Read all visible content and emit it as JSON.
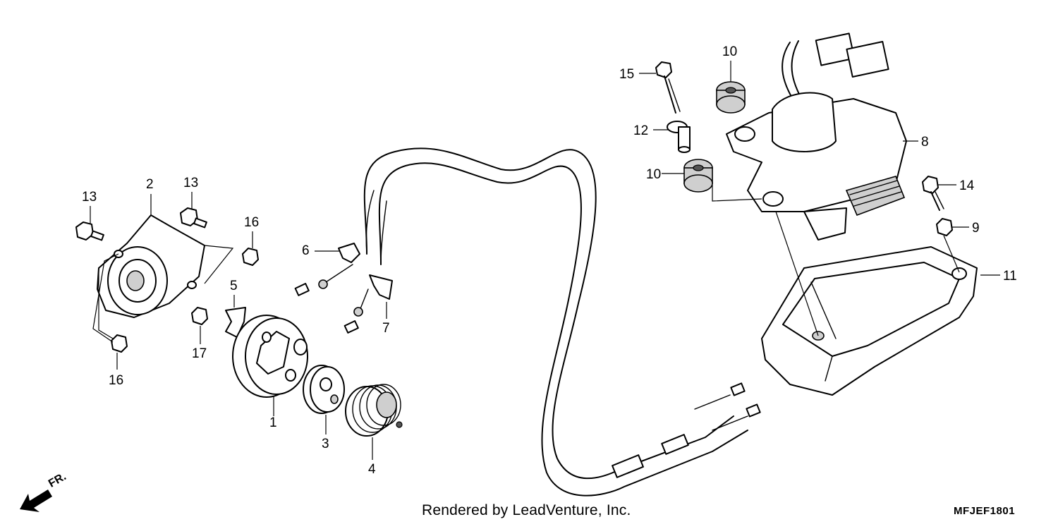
{
  "callouts": [
    {
      "id": "1",
      "text": "1"
    },
    {
      "id": "2",
      "text": "2"
    },
    {
      "id": "3",
      "text": "3"
    },
    {
      "id": "4",
      "text": "4"
    },
    {
      "id": "5",
      "text": "5"
    },
    {
      "id": "6",
      "text": "6"
    },
    {
      "id": "7",
      "text": "7"
    },
    {
      "id": "8",
      "text": "8"
    },
    {
      "id": "9",
      "text": "9"
    },
    {
      "id": "10a",
      "text": "10"
    },
    {
      "id": "10b",
      "text": "10"
    },
    {
      "id": "11",
      "text": "11"
    },
    {
      "id": "12",
      "text": "12"
    },
    {
      "id": "13a",
      "text": "13"
    },
    {
      "id": "13b",
      "text": "13"
    },
    {
      "id": "14",
      "text": "14"
    },
    {
      "id": "15",
      "text": "15"
    },
    {
      "id": "16a",
      "text": "16"
    },
    {
      "id": "16b",
      "text": "16"
    },
    {
      "id": "17",
      "text": "17"
    }
  ],
  "credit": "Rendered by LeadVenture, Inc.",
  "diagram_code": "MFJEF1801",
  "front_indicator": "FR.",
  "icons": {
    "front_arrow": "arrow-down-left-icon"
  }
}
